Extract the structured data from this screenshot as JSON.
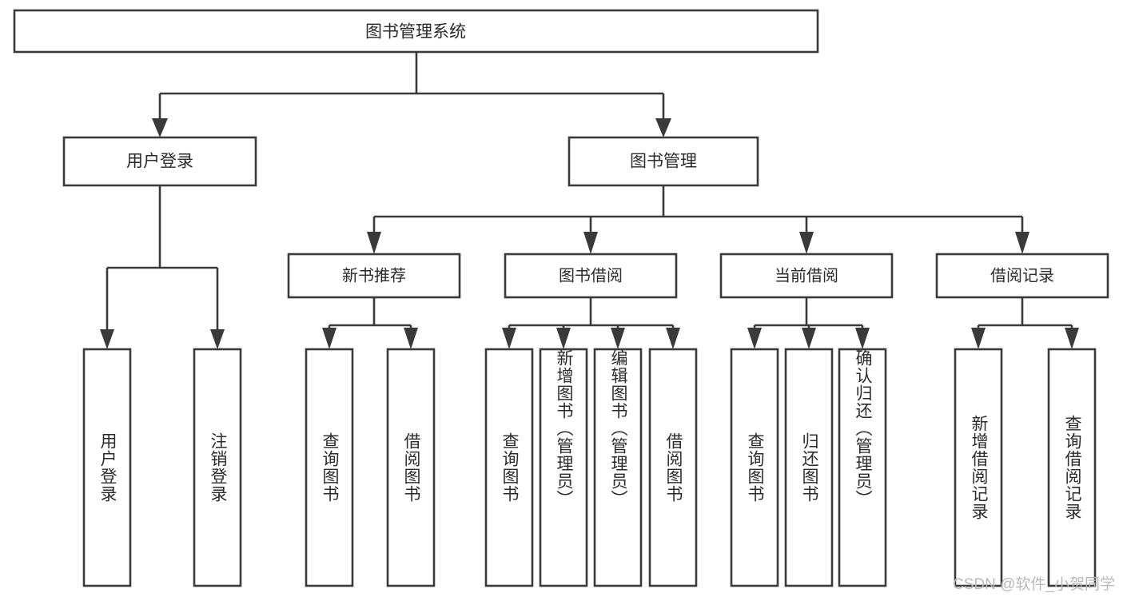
{
  "diagram": {
    "title": "图书管理系统",
    "type": "tree",
    "watermark": "CSDN @软件_小贺同学",
    "colors": {
      "stroke": "#3a3a3a",
      "fill": "#ffffff",
      "text": "#2b2b2b",
      "watermark": "#b9b9b9",
      "background": "#ffffff"
    },
    "root": {
      "label": "图书管理系统"
    },
    "level2": [
      {
        "label": "用户登录"
      },
      {
        "label": "图书管理"
      }
    ],
    "level3": [
      {
        "label": "新书推荐"
      },
      {
        "label": "图书借阅"
      },
      {
        "label": "当前借阅"
      },
      {
        "label": "借阅记录"
      }
    ],
    "leaves": {
      "user_login": [
        {
          "label": "用户登录"
        },
        {
          "label": "注销登录"
        }
      ],
      "new_book_recommend": [
        {
          "label": "查询图书"
        },
        {
          "label": "借阅图书"
        }
      ],
      "book_borrow": [
        {
          "label": "查询图书"
        },
        {
          "label": "新增图书（管理员）"
        },
        {
          "label": "编辑图书（管理员）"
        },
        {
          "label": "借阅图书"
        }
      ],
      "current_borrow": [
        {
          "label": "查询图书"
        },
        {
          "label": "归还图书"
        },
        {
          "label": "确认归还（管理员）"
        }
      ],
      "borrow_records": [
        {
          "label": "新增借阅记录"
        },
        {
          "label": "查询借阅记录"
        }
      ]
    }
  }
}
